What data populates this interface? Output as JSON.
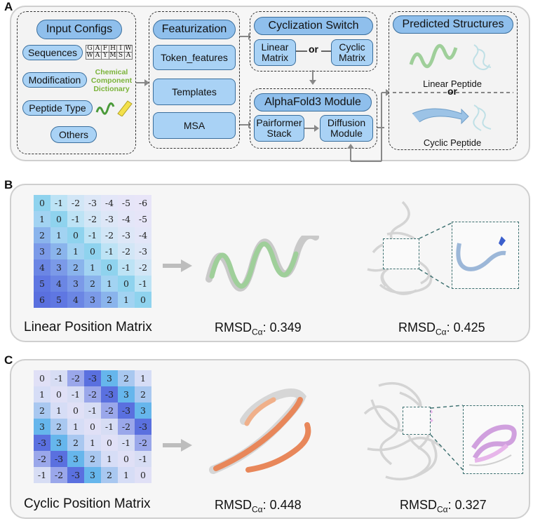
{
  "panels": {
    "a": "A",
    "b": "B",
    "c": "C"
  },
  "input_configs": {
    "title": "Input Configs",
    "sequences": "Sequences",
    "sequence_letters": [
      [
        "G",
        "A",
        "F",
        "H",
        "I",
        "W"
      ],
      [
        "W",
        "A",
        "Y",
        "M",
        "S",
        "A"
      ]
    ],
    "modification": "Modification",
    "chemical_dictionary": [
      "Chemical",
      "Component",
      "Dictionary"
    ],
    "peptide_type": "Peptide Type",
    "others": "Others"
  },
  "featurization": {
    "title": "Featurization",
    "token_features": "Token_features",
    "templates": "Templates",
    "msa": "MSA"
  },
  "cyclization": {
    "title": "Cyclization Switch",
    "linear": "Linear Matrix",
    "cyclic": "Cyclic Matrix",
    "or": "or"
  },
  "alphafold": {
    "title": "AlphaFold3 Module",
    "pairformer": "Pairformer Stack",
    "diffusion": "Diffusion Module"
  },
  "predicted": {
    "title": "Predicted Structures",
    "linear_label": "Linear Peptide",
    "or": "or",
    "cyclic_label": "Cyclic Peptide"
  },
  "linear_matrix": {
    "caption": "Linear Position Matrix",
    "rows": [
      [
        0,
        -1,
        -2,
        -3,
        -4,
        -5,
        -6
      ],
      [
        1,
        0,
        -1,
        -2,
        -3,
        -4,
        -5
      ],
      [
        2,
        1,
        0,
        -1,
        -2,
        -3,
        -4
      ],
      [
        3,
        2,
        1,
        0,
        -1,
        -2,
        -3
      ],
      [
        4,
        3,
        2,
        1,
        0,
        -1,
        -2
      ],
      [
        5,
        4,
        3,
        2,
        1,
        0,
        -1
      ],
      [
        6,
        5,
        4,
        3,
        2,
        1,
        0
      ]
    ]
  },
  "cyclic_matrix": {
    "caption": "Cyclic Position Matrix",
    "rows": [
      [
        0,
        -1,
        -2,
        -3,
        3,
        2,
        1
      ],
      [
        1,
        0,
        -1,
        -2,
        -3,
        3,
        2
      ],
      [
        2,
        1,
        0,
        -1,
        -2,
        -3,
        3
      ],
      [
        3,
        2,
        1,
        0,
        -1,
        -2,
        -3
      ],
      [
        -3,
        3,
        2,
        1,
        0,
        -1,
        -2
      ],
      [
        -2,
        -3,
        3,
        2,
        1,
        0,
        -1
      ],
      [
        -1,
        -2,
        -3,
        3,
        2,
        1,
        0
      ]
    ]
  },
  "rmsd": {
    "prefix": "RMSD",
    "sub": "Cα",
    "b_left": ": 0.349",
    "b_right": ": 0.425",
    "c_left": ": 0.448",
    "c_right": ": 0.327"
  },
  "colors": {
    "pill": "#a9d2f5",
    "pill_border": "#3a6e9c",
    "helix_green": "#9fcf9a",
    "sheet_orange": "#e8875a",
    "cyclic_pink": "#e7b6ea",
    "linear_blue": "#9cc3e6"
  }
}
